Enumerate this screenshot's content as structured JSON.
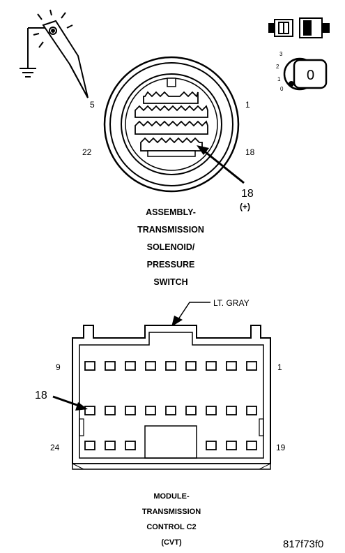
{
  "icons": {
    "probe": "test-light-probe-icon",
    "connector": "disconnected-connector-icon",
    "ignition": "ignition-key-off-icon"
  },
  "ignition": {
    "positions": [
      "3",
      "2",
      "1",
      "0"
    ],
    "key_label": "0"
  },
  "upper_connector": {
    "pins": {
      "top_left": "5",
      "top_right": "1",
      "bottom_left": "22",
      "bottom_right": "18"
    },
    "callout_pin": "18",
    "callout_polarity": "(+)",
    "title_lines": [
      "ASSEMBLY-",
      "TRANSMISSION",
      "SOLENOID/",
      "PRESSURE",
      "SWITCH"
    ]
  },
  "lower_connector": {
    "color_label": "LT. GRAY",
    "pins": {
      "top_left": "9",
      "top_right": "1",
      "bottom_left": "24",
      "bottom_right": "19"
    },
    "callout_pin": "18",
    "title_lines": [
      "MODULE-",
      "TRANSMISSION",
      "CONTROL C2",
      "(CVT)"
    ]
  },
  "figure_id": "817f73f0"
}
